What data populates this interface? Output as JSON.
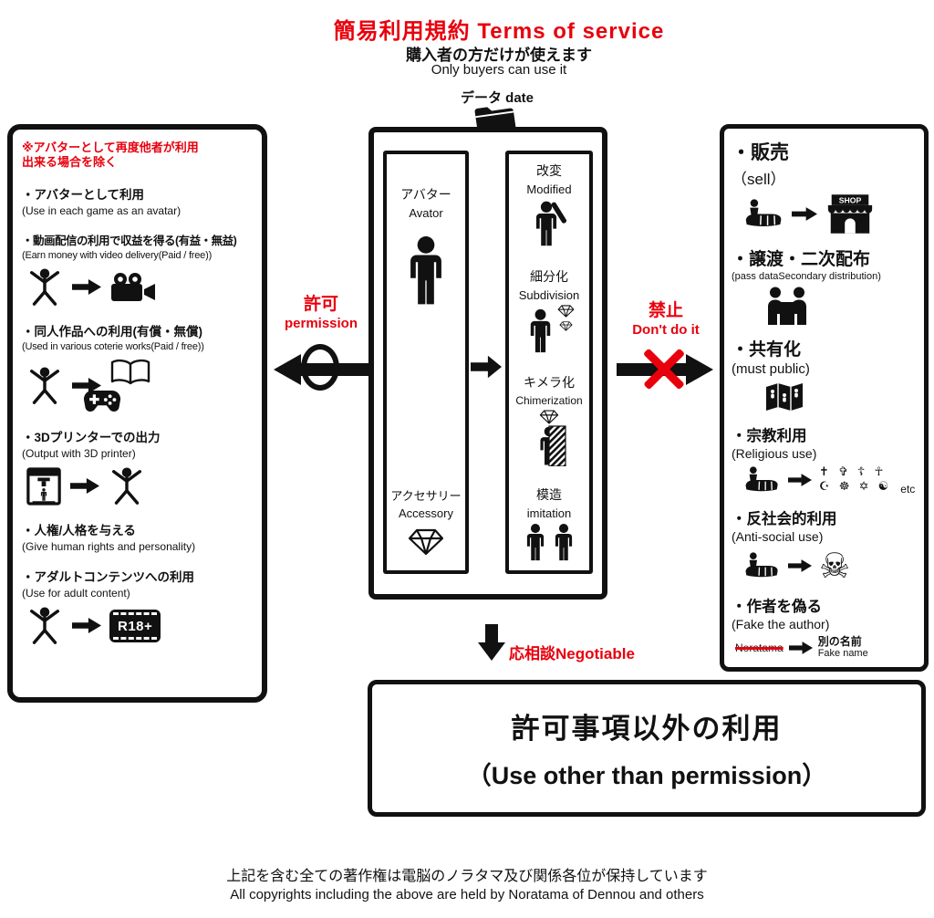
{
  "colors": {
    "accent_red": "#e8000d",
    "ink": "#111111"
  },
  "header": {
    "title": "簡易利用規約 Terms of service",
    "subtitle_jp": "購入者の方だけが使えます",
    "subtitle_en": "Only buyers can use it",
    "data_label": "データ date"
  },
  "center": {
    "avatar_jp": "アバター",
    "avatar_en": "Avator",
    "accessory_jp": "アクセサリー",
    "accessory_en": "Accessory",
    "actions": [
      {
        "jp": "改変",
        "en": "Modified"
      },
      {
        "jp": "細分化",
        "en": "Subdivision"
      },
      {
        "jp": "キメラ化",
        "en": "Chimerization"
      },
      {
        "jp": "模造",
        "en": "imitation"
      }
    ]
  },
  "permission": {
    "jp": "許可",
    "en": "permission"
  },
  "prohibition": {
    "jp": "禁止",
    "en": "Don't do it"
  },
  "allowed": {
    "note": "※アバターとして再度他者が利用\n出来る場合を除く",
    "items": [
      {
        "jp": "・アバターとして利用",
        "en": "(Use in each game as an avatar)"
      },
      {
        "jp": "・動画配信の利用で収益を得る(有益・無益)",
        "en": "(Earn money with video delivery(Paid / free))"
      },
      {
        "jp": "・同人作品への利用(有償・無償)",
        "en": "(Used in various coterie works(Paid / free))"
      },
      {
        "jp": "・3Dプリンターでの出力",
        "en": "(Output with 3D printer)"
      },
      {
        "jp": "・人権/人格を与える",
        "en": "(Give human rights and personality)"
      },
      {
        "jp": "・アダルトコンテンツへの利用",
        "en": "(Use for adult content)"
      }
    ],
    "r18_label": "R18+"
  },
  "prohibited": {
    "items": [
      {
        "jp": "・販売",
        "en": "（sell）"
      },
      {
        "jp": "・譲渡・二次配布",
        "en": "(pass dataSecondary distribution)"
      },
      {
        "jp": "・共有化",
        "en": "(must public)"
      },
      {
        "jp": "・宗教利用",
        "en": "(Religious use)"
      },
      {
        "jp": "・反社会的利用",
        "en": "(Anti-social use)"
      },
      {
        "jp": "・作者を偽る",
        "en": "(Fake the author)"
      }
    ],
    "shop_label": "SHOP",
    "religious_rows": [
      "✝ ✞ ☦ ☥",
      "☪ ☸ ✡ ☯"
    ],
    "religious_etc": "etc",
    "skull": "☠",
    "fake_original": "Noratama",
    "fake_name_jp": "別の名前",
    "fake_name_en": "Fake name"
  },
  "negotiable_label": "応相談Negotiable",
  "bottom_box": {
    "jp": "許可事項以外の利用",
    "en": "（Use other than permission）"
  },
  "footer": {
    "jp": "上記を含む全ての著作権は電脳のノラタマ及び関係各位が保持しています",
    "en": "All copyrights including the above are held by Noratama of Dennou and others"
  }
}
